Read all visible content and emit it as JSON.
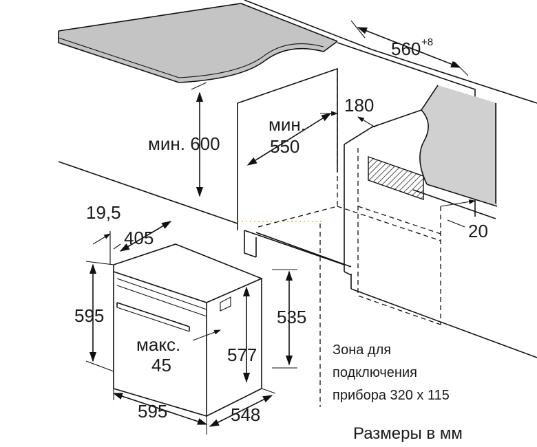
{
  "labels": {
    "min_600": "мин. 600",
    "min_550_line1": "мин.",
    "min_550_line2": "550",
    "dim_180": "180",
    "dim_560": "560",
    "dim_560_sup": "+8",
    "dim_20": "20",
    "dim_19_5": "19,5",
    "dim_405": "405",
    "dim_595_height": "595",
    "dim_535": "535",
    "dim_577": "577",
    "max_45_line1": "макс.",
    "max_45_line2": "45",
    "dim_595_width": "595",
    "dim_548": "548",
    "connection_zone_line1": "Зона для",
    "connection_zone_line2": "подключения",
    "connection_zone_line3": "прибора 320 x 115",
    "units": "Размеры в мм"
  }
}
